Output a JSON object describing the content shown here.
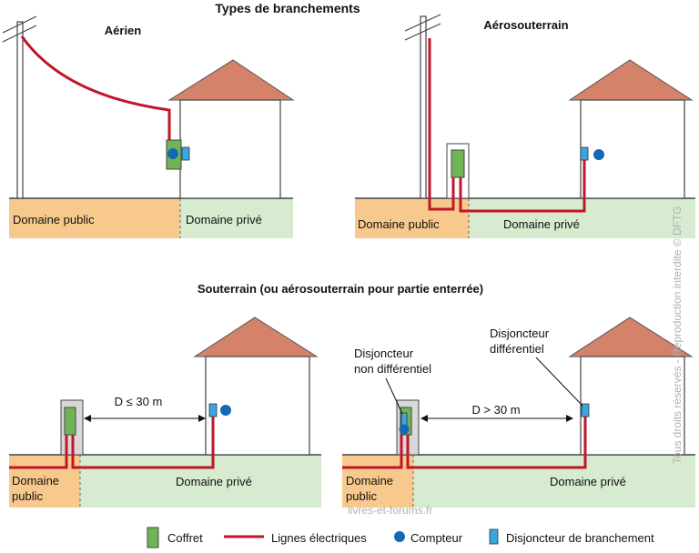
{
  "title": "Types de branchements",
  "diagrams": {
    "aerien": {
      "title": "Aérien",
      "public": "Domaine public",
      "prive": "Domaine privé"
    },
    "aerosouterrain": {
      "title": "Aérosouterrain",
      "public": "Domaine public",
      "prive": "Domaine privé"
    },
    "souterrain_title": "Souterrain (ou aérosouterrain pour partie enterrée)",
    "souterrain_short": {
      "distance": "D ≤ 30 m",
      "public_line1": "Domaine",
      "public_line2": "public",
      "prive": "Domaine privé"
    },
    "souterrain_long": {
      "distance": "D > 30 m",
      "public_line1": "Domaine",
      "public_line2": "public",
      "prive": "Domaine privé",
      "disj_non_diff_line1": "Disjoncteur",
      "disj_non_diff_line2": "non différentiel",
      "disj_diff_line1": "Disjoncteur",
      "disj_diff_line2": "différentiel"
    }
  },
  "legend": {
    "coffret": "Coffret",
    "lignes": "Lignes électriques",
    "compteur": "Compteur",
    "disjoncteur": "Disjoncteur de branchement"
  },
  "watermarks": {
    "rights": "Tous droits réservés - Reproduction interdite © DFTG",
    "site": "livres-et-forums.fr"
  },
  "colors": {
    "public": "#f8c98c",
    "prive": "#d6ebcf",
    "roof": "#d4826a",
    "line": "#c0162a",
    "coffret": "#6fb556",
    "compteur": "#1468b4",
    "disjoncteur": "#3aa8e0"
  }
}
